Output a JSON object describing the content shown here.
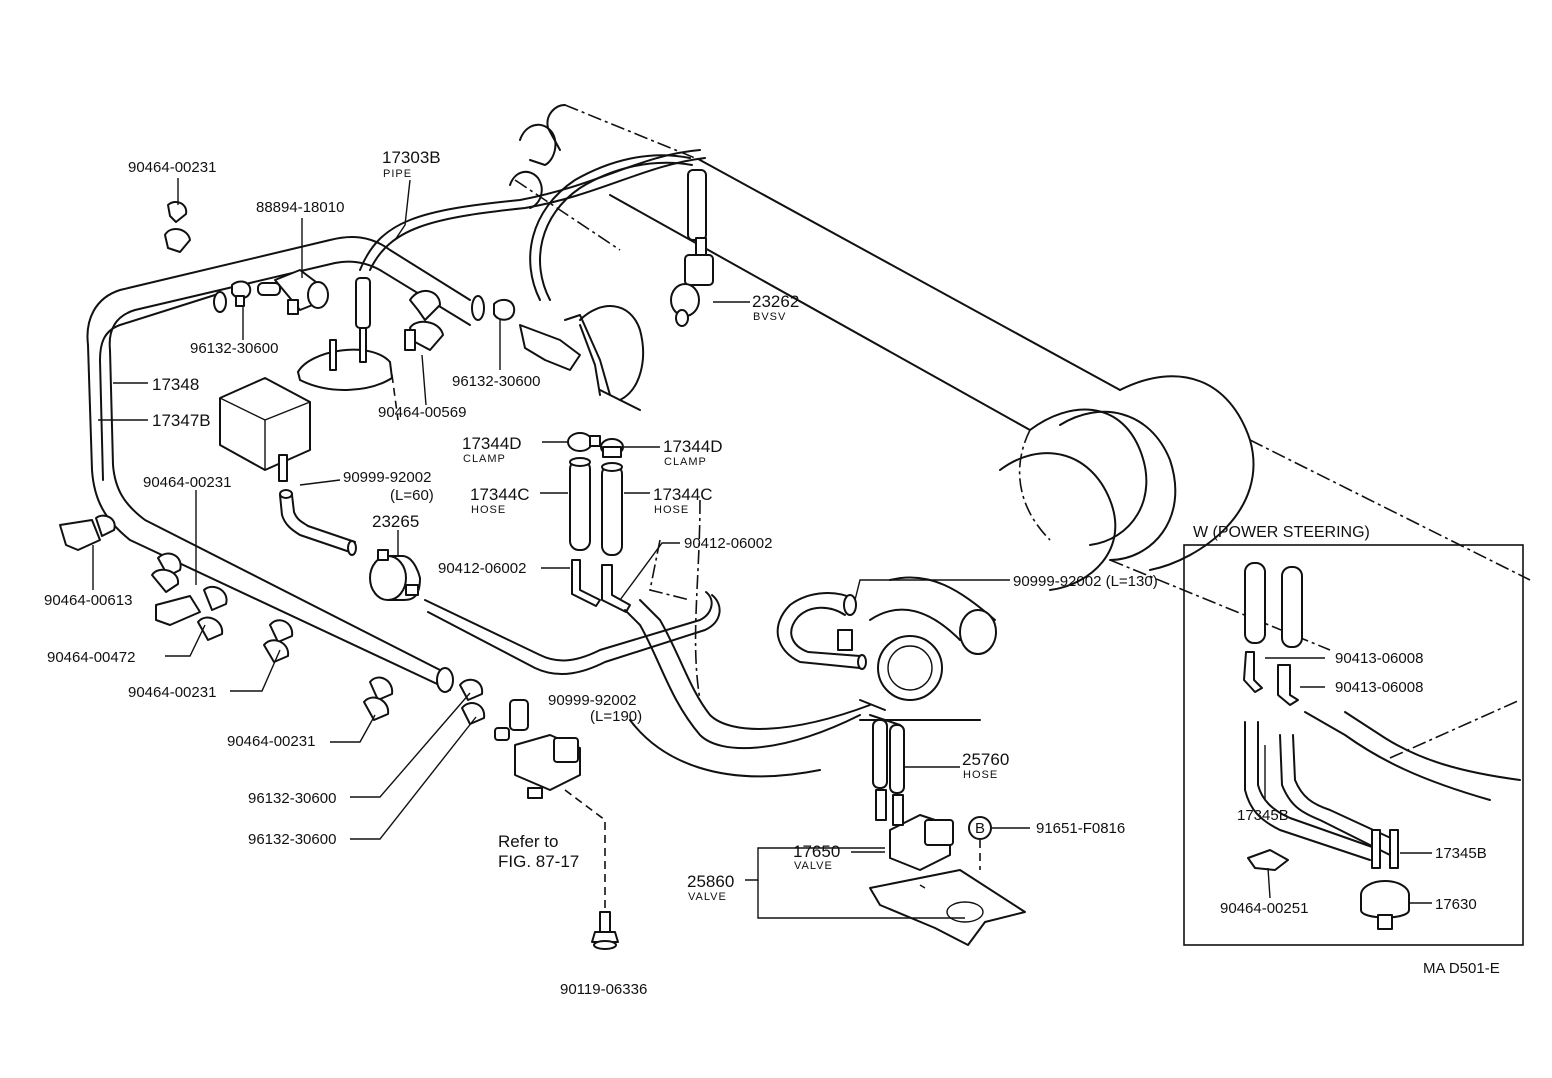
{
  "labels": {
    "clip_tl": "90464-00231",
    "pipe_num": "17303B",
    "pipe_sub": "PIPE",
    "vsv_top": "88894-18010",
    "bvsv_num": "23262",
    "bvsv_sub": "BVSV",
    "clamp_left": "96132-30600",
    "clamp_mid": "96132-30600",
    "clip_569": "90464-00569",
    "hose_17348": "17348",
    "hose_17347b": "17347B",
    "clamp_d1": "17344D",
    "clamp_d1_sub": "CLAMP",
    "clamp_d2": "17344D",
    "clamp_d2_sub": "CLAMP",
    "hose_c1": "17344C",
    "hose_c1_sub": "HOSE",
    "hose_c2": "17344C",
    "hose_c2_sub": "HOSE",
    "clip_left2": "90464-00231",
    "hose_l60": "90999-92002",
    "hose_l60_len": "(L=60)",
    "part_23265": "23265",
    "union_1": "90412-06002",
    "union_2": "90412-06002",
    "hose_l130": "90999-92002  (L=130)",
    "clip_613": "90464-00613",
    "clip_472": "90464-00472",
    "clip_bot1": "90464-00231",
    "clip_bot2": "90464-00231",
    "hose_l190": "90999-92002",
    "hose_l190_len": "(L=190)",
    "hose_25760": "25760",
    "hose_25760_sub": "HOSE",
    "clamp_bot1": "96132-30600",
    "clamp_bot2": "96132-30600",
    "refer_1": "Refer to",
    "refer_2": "FIG. 87-17",
    "valve_17650": "17650",
    "valve_17650_sub": "VALVE",
    "valve_25860": "25860",
    "valve_25860_sub": "VALVE",
    "circle_b": "B",
    "bolt_f0816": "91651-F0816",
    "bolt_06336": "90119-06336",
    "inset_title": "W (POWER STEERING)",
    "inset_union1": "90413-06008",
    "inset_union2": "90413-06008",
    "inset_hose1": "17345B",
    "inset_hose2": "17345B",
    "inset_clip": "90464-00251",
    "inset_switch": "17630",
    "figure_code": "MA D501-E"
  }
}
